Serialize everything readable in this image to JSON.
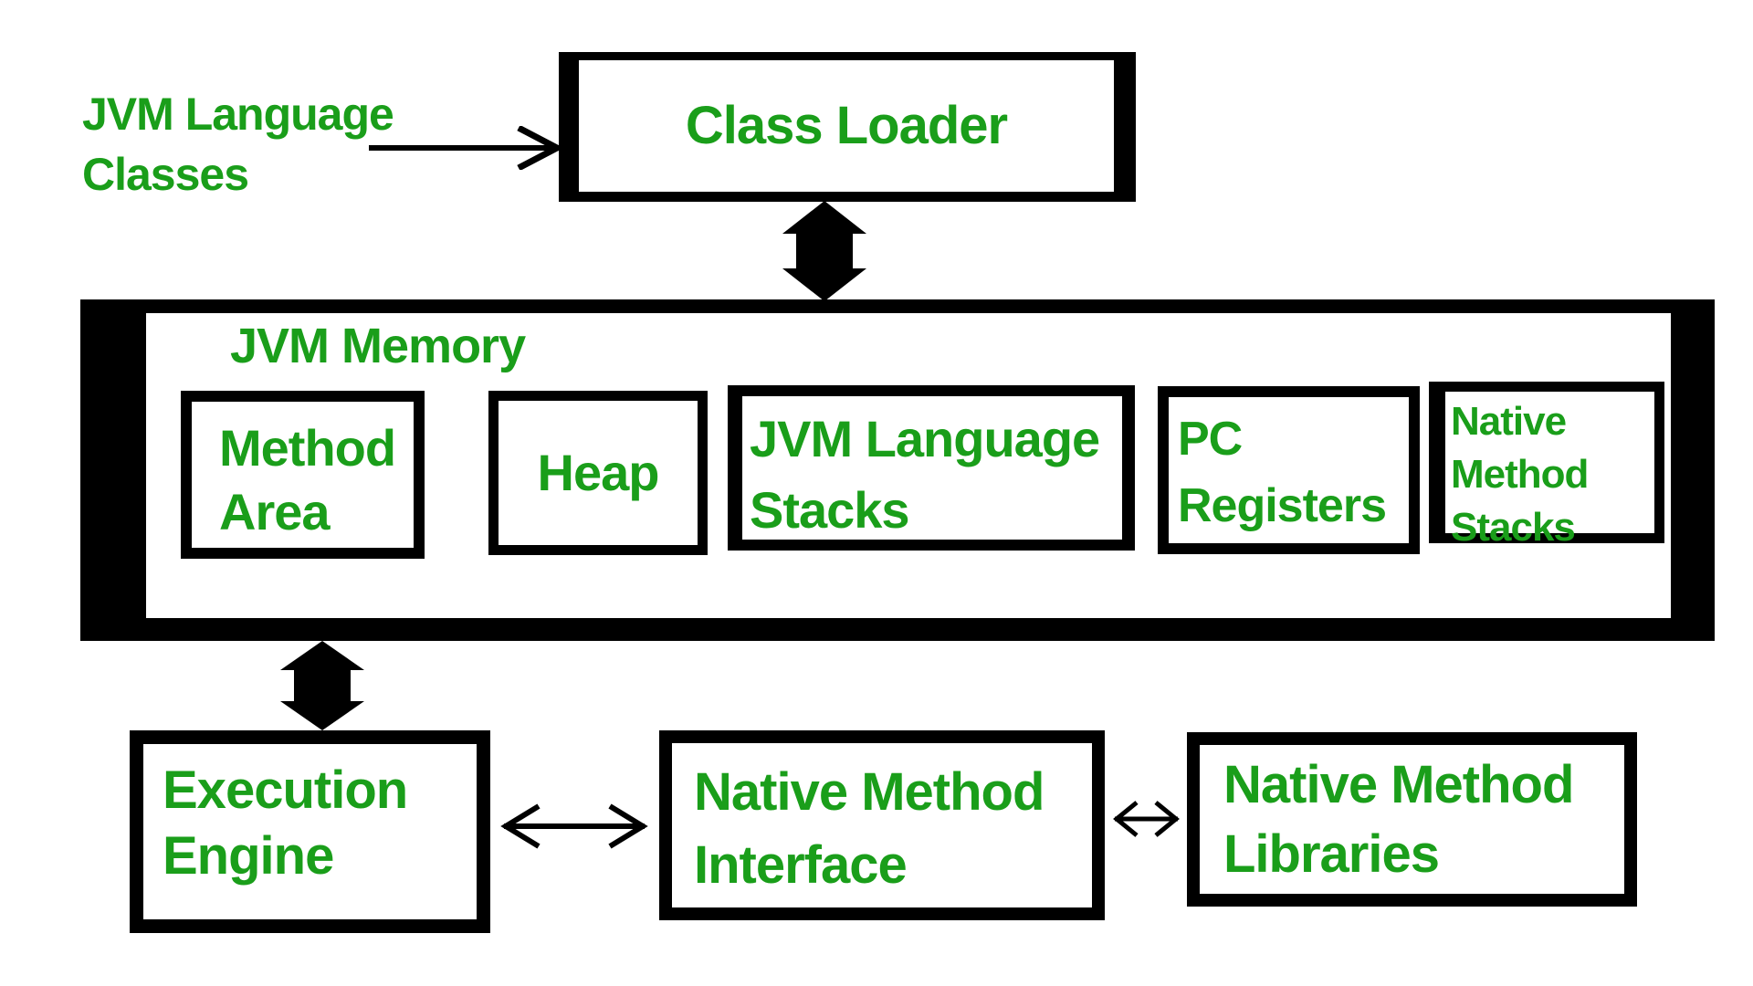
{
  "colors": {
    "text_green": "#1a9e1a",
    "line_black": "#000000",
    "background": "#ffffff"
  },
  "nodes": {
    "jvm_language_classes": {
      "label": "JVM Language\nClasses"
    },
    "class_loader": {
      "label": "Class Loader"
    },
    "jvm_memory": {
      "label": "JVM Memory"
    },
    "method_area": {
      "label": "Method\nArea"
    },
    "heap": {
      "label": "Heap"
    },
    "jvm_language_stacks": {
      "label": "JVM Language\nStacks"
    },
    "pc_registers": {
      "label": "PC\nRegisters"
    },
    "native_method_stacks": {
      "label": "Native\nMethod\nStacks"
    },
    "execution_engine": {
      "label": "Execution\nEngine"
    },
    "native_method_interface": {
      "label": "Native Method\nInterface"
    },
    "native_method_libraries": {
      "label": "Native Method\nLibraries"
    }
  },
  "connections": {
    "classes_to_loader": "arrow-right",
    "loader_memory_link": "double-arrow-vertical",
    "memory_engine_link": "double-arrow-vertical",
    "engine_interface_link": "double-arrow-horizontal",
    "interface_libraries_link": "double-arrow-horizontal"
  }
}
